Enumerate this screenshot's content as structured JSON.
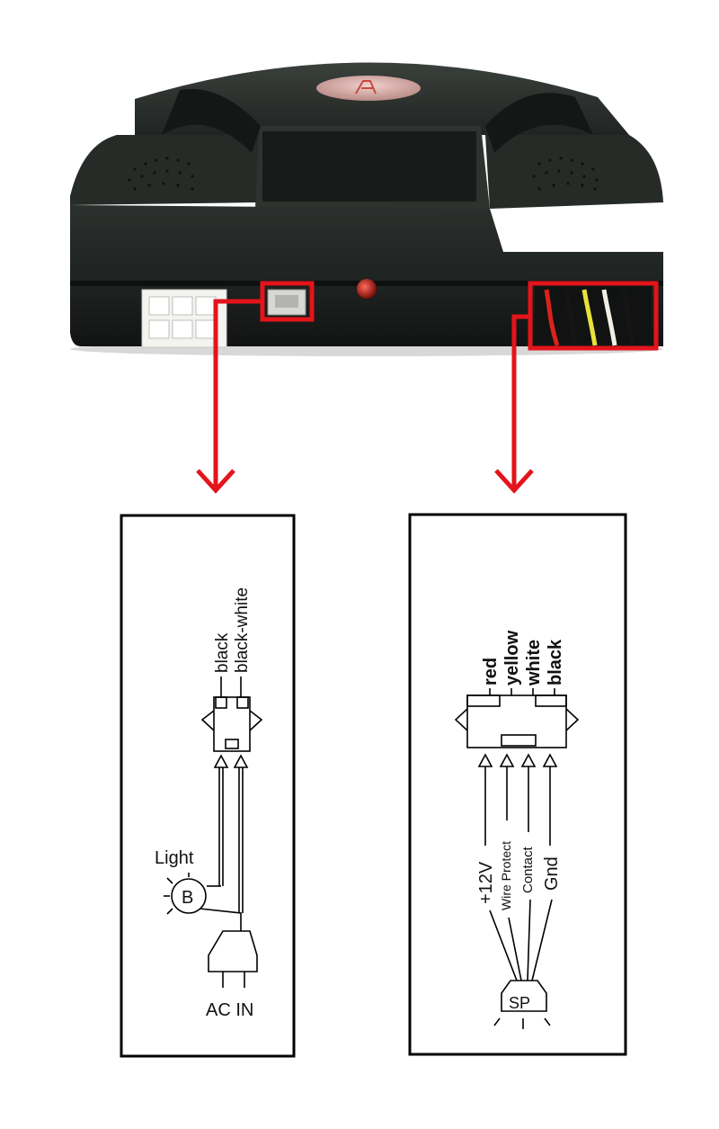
{
  "colors": {
    "callout": "#e3141b",
    "device_body": "#1f2321",
    "wire_red": "#d9231c",
    "wire_yellow": "#e8e23a",
    "wire_white": "#f2f0e6",
    "wire_black": "#151515"
  },
  "light_panel": {
    "wire_labels": [
      "black",
      "black-white"
    ],
    "light_label": "Light",
    "bulb_letter": "B",
    "ac_label": "AC IN"
  },
  "siren_panel": {
    "wire_labels": [
      "red",
      "yellow",
      "white",
      "black"
    ],
    "terminals": [
      {
        "label": "+12V"
      },
      {
        "label": "Wire Protect"
      },
      {
        "label": "Contact"
      },
      {
        "label": "Gnd"
      }
    ],
    "speaker_label": "SP"
  }
}
